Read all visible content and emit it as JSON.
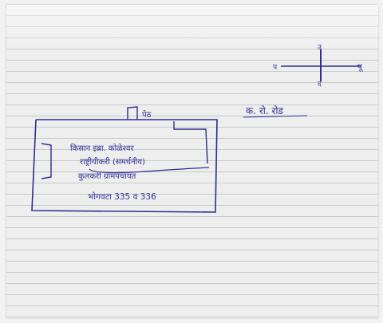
{
  "compass": {
    "north": "उ",
    "south": "द",
    "east": "पू",
    "west": "प"
  },
  "road_label": "क. रो. रोड",
  "east_box_label": "पेठ",
  "plot": {
    "line1": "किसान इब्रा. कोळेश्वर",
    "line2": "राष्ट्रीयीकरी (समर्थनीय)",
    "line3": "कुलकरी ग्रामपंचायत",
    "survey": "भोगवटा 335 व 336"
  }
}
